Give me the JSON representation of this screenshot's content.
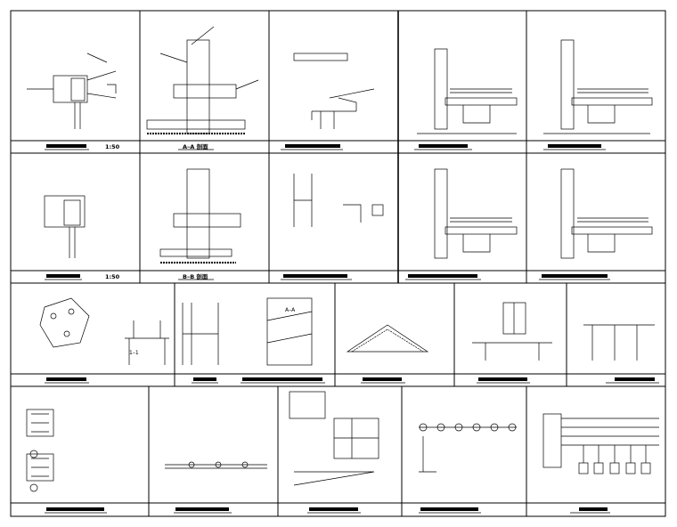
{
  "sheet": {
    "scale_label": "1:50",
    "captions": {
      "r1c2": "A–A 剖面",
      "r2c2": "B–B 剖面",
      "r3_section_1": "1–1",
      "r3_section_a": "A–A",
      "r1c1_scale": "1:50",
      "r2c1_scale": "1:50"
    },
    "line_color": "#000000",
    "background": "#ffffff"
  }
}
